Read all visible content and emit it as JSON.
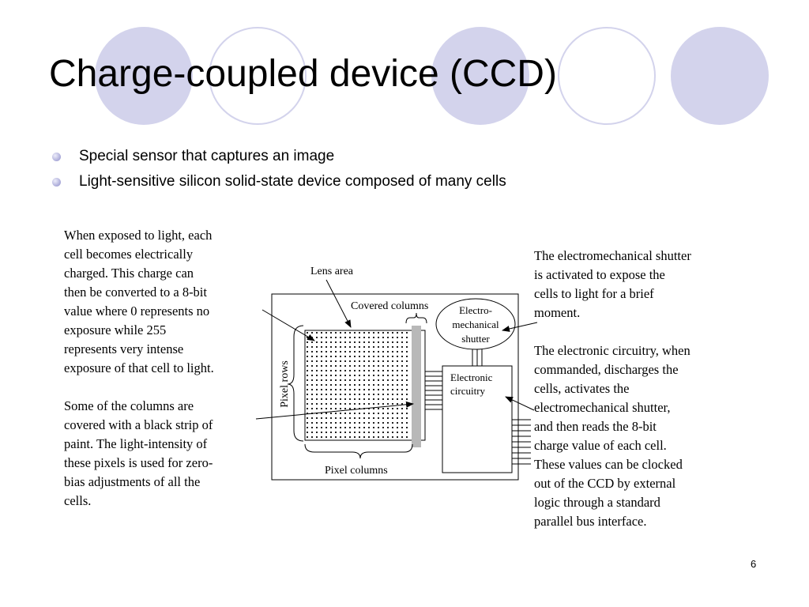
{
  "slide": {
    "title": "Charge-coupled device (CCD)",
    "bullets": [
      "Special sensor that captures an image",
      "Light-sensitive silicon solid-state device composed of many cells"
    ],
    "page_number": "6"
  },
  "left_text": {
    "p1": "When exposed to light, each\ncell becomes electrically\ncharged. This charge can\nthen be converted to a 8-bit\nvalue where 0 represents no\nexposure while 255\nrepresents very intense\nexposure of that cell to light.",
    "p2": "Some of the columns are\ncovered with a black strip of\npaint. The light-intensity of\nthese pixels is used for zero-\nbias adjustments of all the\ncells."
  },
  "right_text": {
    "p1": "The electromechanical shutter\nis activated to expose the\ncells to light for a brief\nmoment.",
    "p2": "The electronic circuitry, when\ncommanded, discharges the\ncells, activates the\nelectromechanical shutter,\nand then reads the 8-bit\ncharge value of each cell.\nThese values can be clocked\nout of the CCD by external\nlogic through a standard\nparallel bus interface."
  },
  "diagram": {
    "lens_area": "Lens area",
    "covered_columns": "Covered columns",
    "pixel_rows": "Pixel rows",
    "pixel_columns": "Pixel columns",
    "shutter_lines": [
      "Electro-",
      "mechanical",
      "shutter"
    ],
    "circuitry_lines": [
      "Electronic",
      "circuitry"
    ]
  },
  "theme": {
    "decor_color": "#d3d3ec",
    "bullet_color": "#a9a9d8",
    "covered_strip_color": "#b8b8b8"
  }
}
